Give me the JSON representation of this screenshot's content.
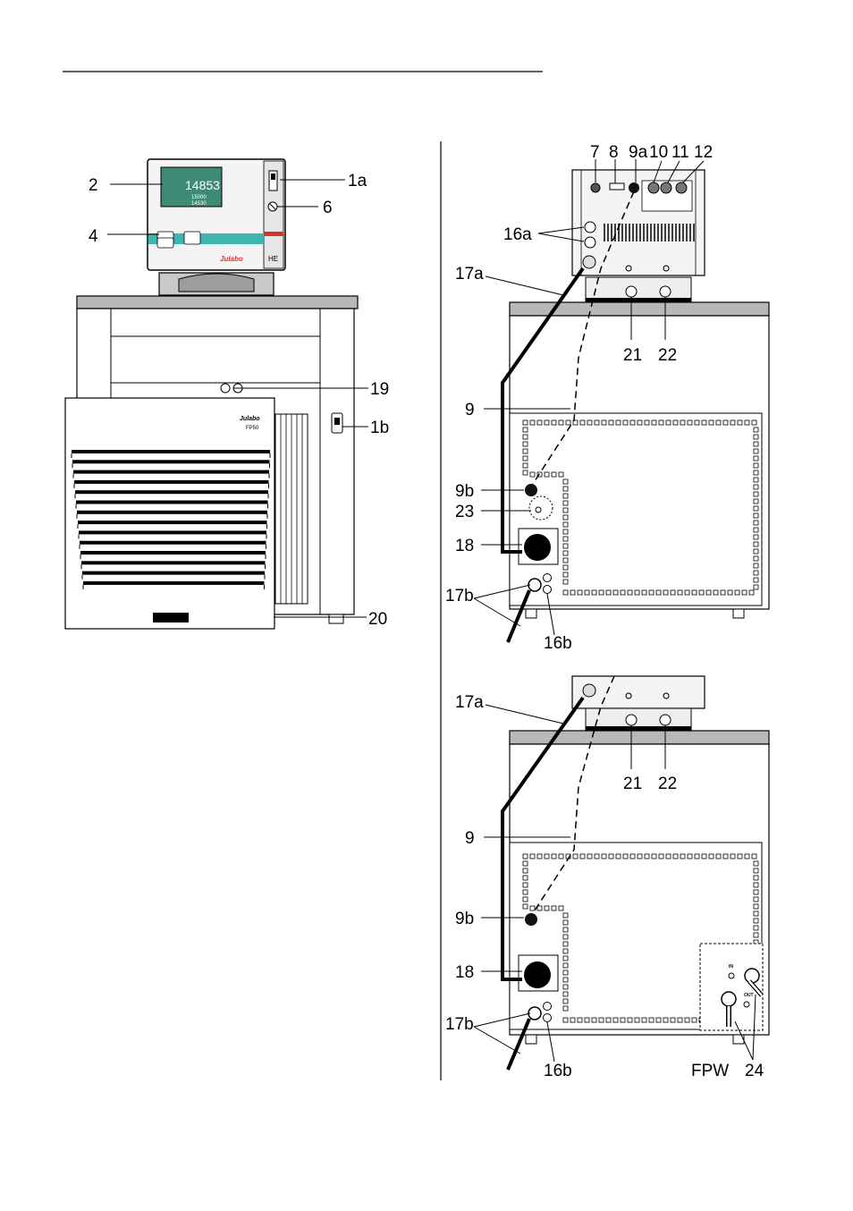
{
  "front_view": {
    "callouts": [
      "2",
      "1a",
      "6",
      "4",
      "19",
      "1b",
      "20"
    ],
    "brand": "Julabo",
    "cooler_brand": "Julabo",
    "cooler_model": "FP50",
    "controller_model": "HE",
    "display": {
      "main": "14853",
      "setpoint": "15000",
      "external": "14530"
    }
  },
  "rear_view_top": {
    "callouts": [
      "7",
      "8",
      "9a",
      "10",
      "11",
      "12",
      "16a",
      "17a",
      "21",
      "22",
      "9",
      "9b",
      "23",
      "18",
      "17b",
      "16b"
    ]
  },
  "rear_view_bottom": {
    "callouts": [
      "17a",
      "21",
      "22",
      "9",
      "9b",
      "18",
      "17b",
      "16b",
      "FPW",
      "24"
    ],
    "port_labels": [
      "IN",
      "OUT"
    ]
  },
  "colors": {
    "stroke": "#000000",
    "panel_gray": "#b8b8b8",
    "accent_teal": "#3fb5b0",
    "accent_red": "#d8332b"
  }
}
